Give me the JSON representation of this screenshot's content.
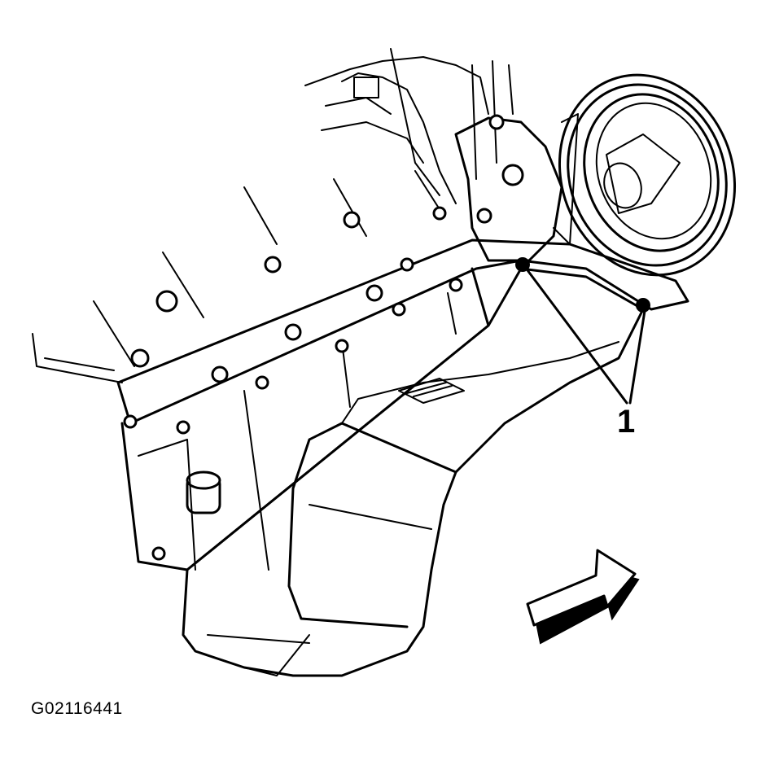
{
  "figure": {
    "id": "G02116441",
    "callouts": [
      {
        "label": "1",
        "targets": [
          "oil-pan-bolt-rear",
          "oil-pan-bolt-right"
        ]
      }
    ],
    "direction_arrow": "front-of-vehicle-arrow"
  }
}
